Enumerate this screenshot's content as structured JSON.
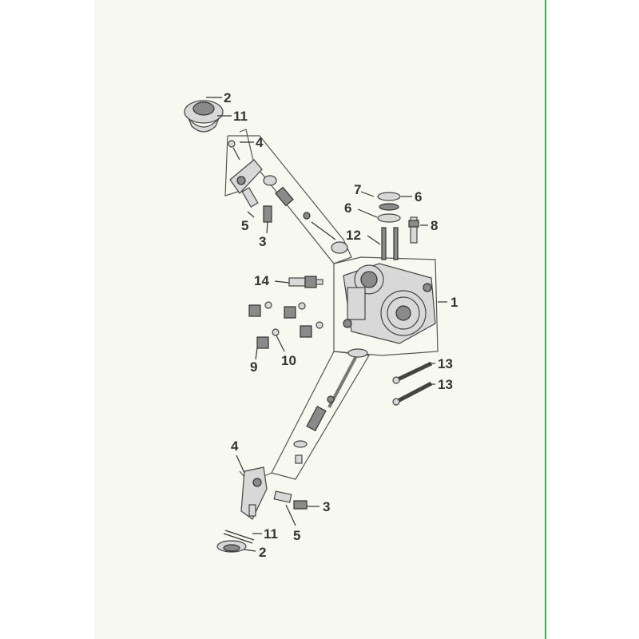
{
  "labels": {
    "l1": "1",
    "l2_top": "2",
    "l11_top": "11",
    "l4_top": "4",
    "l5_top": "5",
    "l3_top": "3",
    "l7": "7",
    "l6_a": "6",
    "l6_b": "6",
    "l8": "8",
    "l12": "12",
    "l14": "14",
    "l9": "9",
    "l10": "10",
    "l13_a": "13",
    "l13_b": "13",
    "l4_bot": "4",
    "l3_bot": "3",
    "l5_bot": "5",
    "l11_bot": "11",
    "l2_bot": "2"
  },
  "colors": {
    "sheet_background": "#f7f8ef",
    "right_border": "#39b54a",
    "line": "#333333"
  }
}
